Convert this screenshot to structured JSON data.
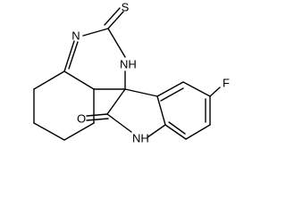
{
  "atoms": {
    "S": "S",
    "N_imine": "N",
    "NH_top": "NH",
    "F": "F",
    "O": "O",
    "NH_bottom": "NH"
  },
  "colors": {
    "bond": "#000000",
    "background": "#ffffff"
  }
}
